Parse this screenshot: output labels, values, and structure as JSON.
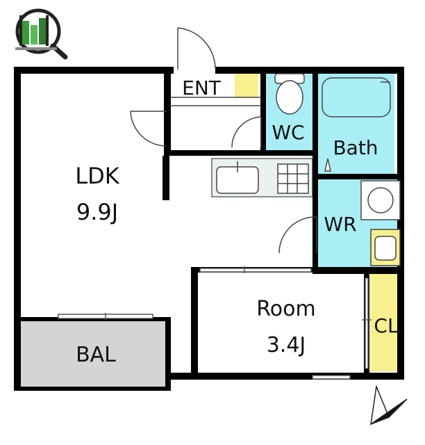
{
  "floorplan": {
    "rooms": {
      "ldk": {
        "name": "LDK",
        "size": "9.9J"
      },
      "room": {
        "name": "Room",
        "size": "3.4J"
      },
      "ent": {
        "name": "ENT"
      },
      "wc": {
        "name": "WC"
      },
      "bath": {
        "name": "Bath"
      },
      "wr": {
        "name": "WR"
      },
      "cl": {
        "name": "CL"
      },
      "bal": {
        "name": "BAL"
      }
    },
    "colors": {
      "wall": "#000000",
      "water_area": "#a9eef5",
      "closet": "#f8f08c",
      "entrance_shoebox": "#f8f08c",
      "balcony": "#d4d4d4",
      "kitchen": "#e9f2f1",
      "logo_green": "#3a9a3a"
    },
    "icons": [
      "logo-icon",
      "north-arrow-icon",
      "toilet-icon",
      "bathtub-icon",
      "washer-icon",
      "sink-icon",
      "kitchen-sink-icon",
      "stove-icon"
    ]
  }
}
